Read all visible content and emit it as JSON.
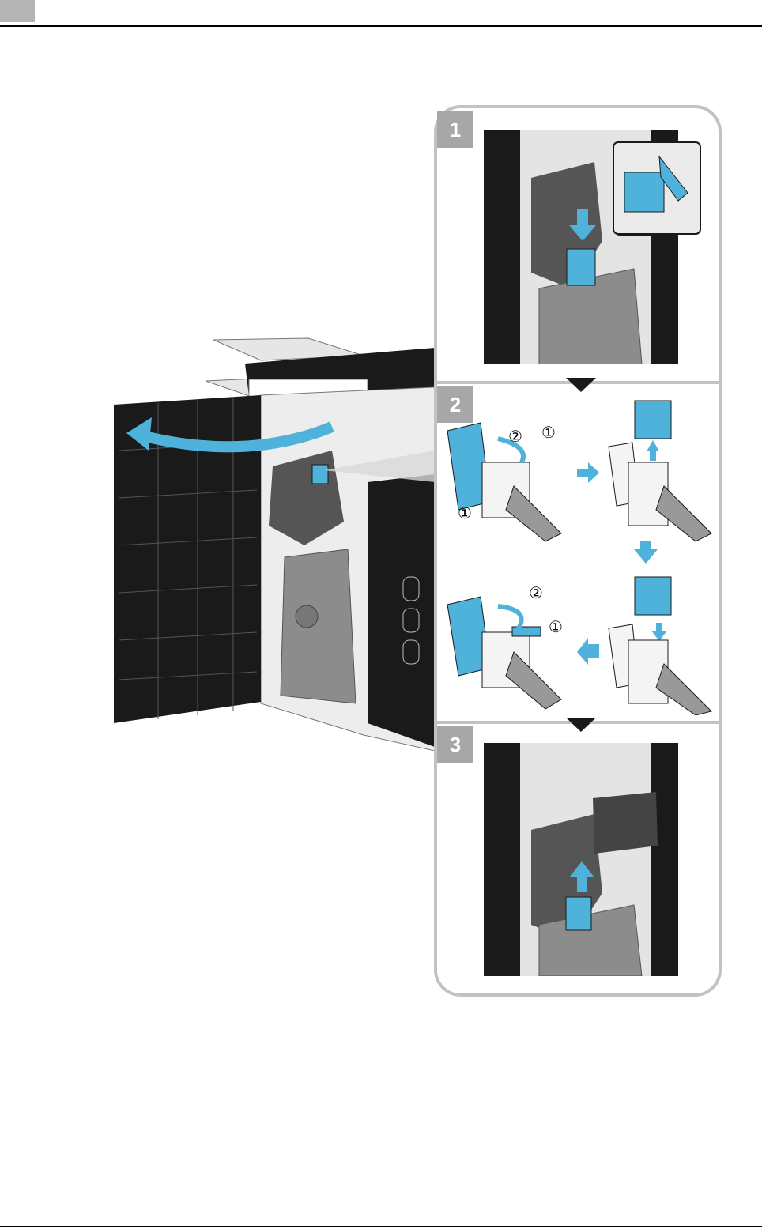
{
  "colors": {
    "accent": "#4fb2da",
    "dark": "#1a1a1a",
    "panel_border": "#c2c2c2",
    "badge": "#a7a7a7",
    "gray_part": "#8c8c8c"
  },
  "steps": [
    {
      "number": "1"
    },
    {
      "number": "2",
      "callouts": [
        "①",
        "②",
        "①",
        "②",
        "①"
      ]
    },
    {
      "number": "3"
    }
  ]
}
